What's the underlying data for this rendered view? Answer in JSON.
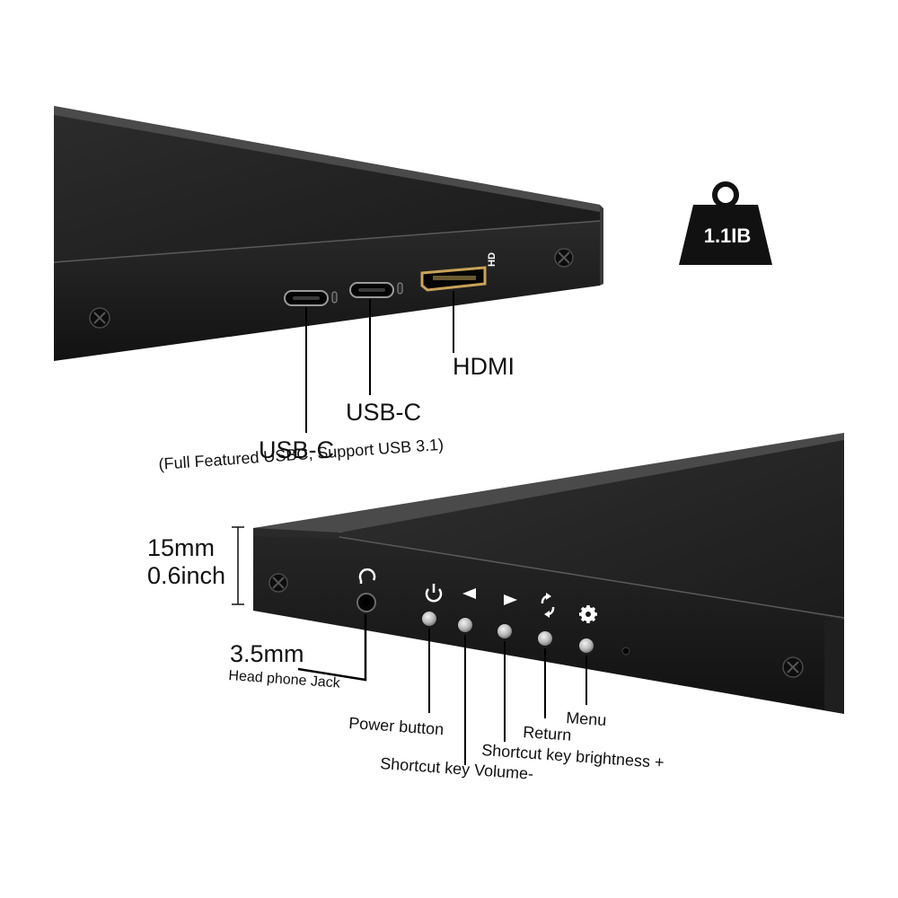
{
  "weight_badge": {
    "text": "1.1IB"
  },
  "top_panel": {
    "hd_text": "HD",
    "labels": {
      "hdmi": "HDMI",
      "usbc_second": "USB-C",
      "usbc_first": "USB-C",
      "usbc_first_note": "(Full Featured USBC, Support USB 3.1)"
    }
  },
  "bottom_panel": {
    "thickness": {
      "mm": "15mm",
      "inch": "0.6inch"
    },
    "labels": {
      "jack_size": "3.5mm",
      "jack_name": "Head phone Jack",
      "power_button": "Power button",
      "volume_down": "Shortcut key Volume-",
      "brightness_up": "Shortcut key brightness +",
      "return": "Return",
      "menu": "Menu"
    }
  },
  "colors": {
    "bezel": "#1c1c1c",
    "screen": "#262626",
    "frame_edge": "#5a5a5a",
    "button_metal": "#b8b8b8",
    "hdmi_gold": "#c8a35a",
    "leader_line": "#000000"
  }
}
